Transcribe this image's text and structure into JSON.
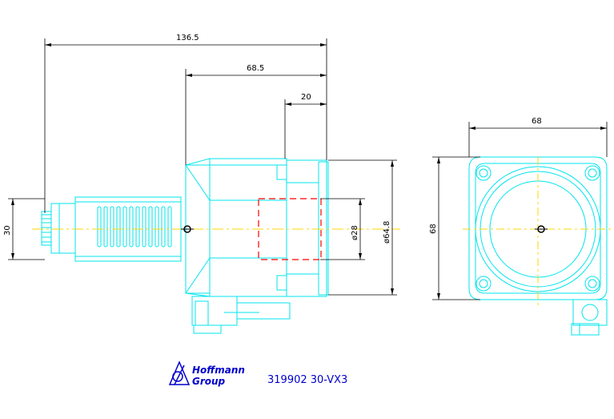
{
  "drawing": {
    "dimensions": {
      "total_length": "136.5",
      "mid_length": "68.5",
      "flange_length": "20",
      "shank_diameter": "30",
      "bore_diameter": "ø28",
      "flange_diameter": "ø64.8",
      "end_width": "68",
      "end_height": "68"
    },
    "title_block": {
      "brand_line1": "Hoffmann",
      "brand_line2": "Group",
      "part_number": "319902 30-VX3"
    },
    "colors": {
      "outline": "#00e5ee",
      "dimension": "#000000",
      "hidden": "#ff0000",
      "centerline": "#ffd700",
      "brand": "#0000cc"
    }
  }
}
